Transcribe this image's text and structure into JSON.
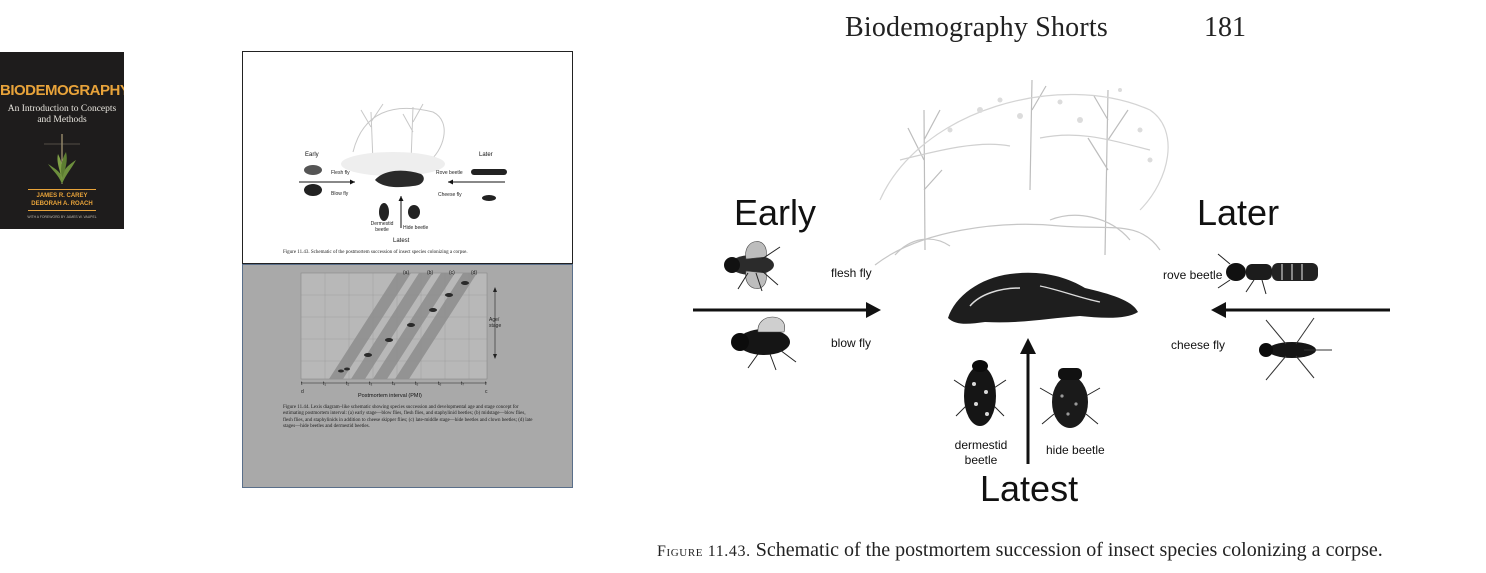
{
  "book_cover": {
    "title": "BIODEMOGRAPHY",
    "subtitle": "An Introduction to Concepts and Methods",
    "authors": [
      "JAMES R. CAREY",
      "DEBORAH A. ROACH"
    ],
    "foreword": "WITH A FOREWORD BY JAMES W. VAUPEL"
  },
  "thumbnail_page_top": {
    "label_early": "Early",
    "label_later": "Later",
    "label_latest": "Latest",
    "flesh_fly": "Flesh fly",
    "blow_fly": "Blow fly",
    "rove_beetle": "Rove beetle",
    "cheese_fly": "Cheese fly",
    "dermestid_beetle": "Dermestid beetle",
    "hide_beetle": "Hide beetle",
    "caption": "Figure 11.43. Schematic of the postmortem succession of insect species colonizing a corpse."
  },
  "thumbnail_page_bottom": {
    "panels": [
      "(a)",
      "(b)",
      "(c)",
      "(d)"
    ],
    "age_stage": "Age/ stage",
    "ticks": [
      "t",
      "t₁",
      "t₂",
      "t₃",
      "t₄",
      "t₅",
      "t₆",
      "t₇",
      "t"
    ],
    "axis_start": "d",
    "axis_end": "c",
    "axis_label": "Postmortem interval (PMI)",
    "caption": "Figure 11.44. Lexis diagram–like schematic showing species succession and developmental age and stage concept for estimating postmortem interval: (a) early stage—blow flies, flesh flies, and staphylinid beetles; (b) midstage—blow flies, flesh flies, and staphylinids in addition to cheese skipper flies; (c) late-middle stage—hide beetles and clown beetles; (d) late stages—hide beetles and dermestid beetles."
  },
  "main_page": {
    "running_head": "Biodemography Shorts",
    "page_number": "181",
    "label_early": "Early",
    "label_later": "Later",
    "label_latest": "Latest",
    "flesh_fly": "flesh fly",
    "blow_fly": "blow fly",
    "rove_beetle": "rove beetle",
    "cheese_fly": "cheese fly",
    "dermestid_beetle": "dermestid beetle",
    "hide_beetle": "hide beetle",
    "caption_prefix": "Figure 11.43.",
    "caption_text": " Schematic of the postmortem succession of insect species colonizing a corpse."
  }
}
